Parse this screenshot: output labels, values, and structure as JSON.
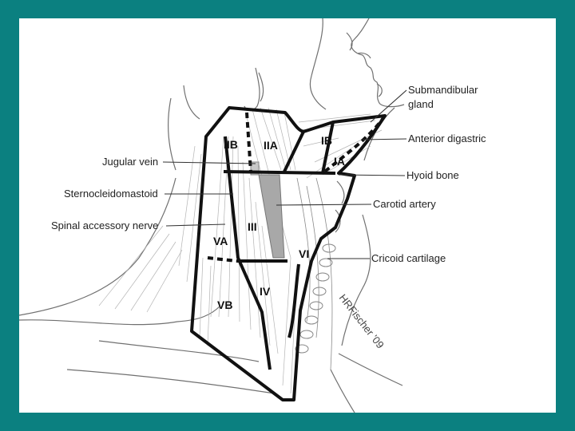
{
  "colors": {
    "border": "#0b8080",
    "background": "#ffffff",
    "boundary_lines": "#111111",
    "vessel_fill": "#a8a8a8"
  },
  "labels": {
    "submandibular_gland": [
      "Submandibular",
      "gland"
    ],
    "anterior_digastric": "Anterior digastric",
    "jugular_vein": "Jugular vein",
    "hyoid_bone": "Hyoid bone",
    "sternocleidomastoid": "Sternocleidomastoid",
    "carotid_artery": "Carotid artery",
    "spinal_accessory_nerve": "Spinal accessory nerve",
    "cricoid_cartilage": "Cricoid cartilage"
  },
  "levels": {
    "IIB": "IIB",
    "IIA": "IIA",
    "IB": "IB",
    "IA": "IA",
    "III": "III",
    "VA": "VA",
    "VI": "VI",
    "IV": "IV",
    "VB": "VB"
  },
  "signature": "HRFischer '09"
}
